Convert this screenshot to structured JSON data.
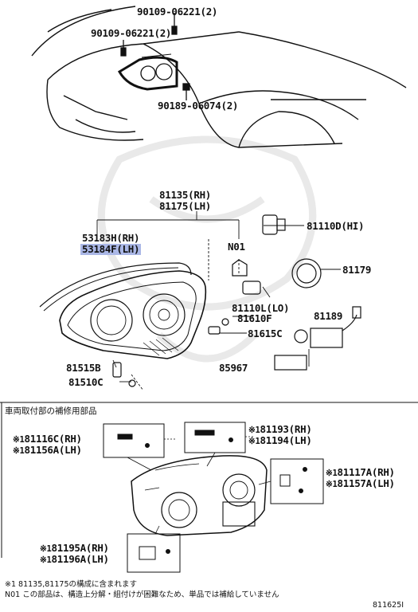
{
  "diagram": {
    "part_labels": {
      "screw_1": "90109-06221(2)",
      "screw_2": "90109-06221(2)",
      "nut_1": "90189-06074(2)",
      "unit_rh": "81135(RH)",
      "unit_lh": "81175(LH)",
      "gasket_rh": "53183H(RH)",
      "gasket_lh": "53184F(LH)",
      "n01": "N01",
      "bulb_hi": "81110D(HI)",
      "cover": "81179",
      "bulb_lo": "81110L(LO)",
      "socket_side": "81610F",
      "socket_c": "81615C",
      "ballast_ctrl": "81189",
      "ballast": "85967",
      "bulb_b": "81515B",
      "socket_sm": "81510C",
      "bracket_c_rh": "81116C(RH)",
      "bracket_a_lh": "81156A(LH)",
      "bracket_193_rh": "81193(RH)",
      "bracket_194_lh": "81194(LH)",
      "bracket_117_rh": "81117A(RH)",
      "bracket_157_lh": "81157A(LH)",
      "bracket_195_rh": "81195A(RH)",
      "bracket_196_lh": "81196A(LH)"
    },
    "mark": "※1",
    "section_title": "車両取付部の補修用部品",
    "notes": [
      "※1 81135,81175の構成に含まれます",
      "N01 この部品は、構造上分解・組付けが困難なため、単品では補給していません"
    ],
    "figure_id": "811625I",
    "highlighted_label": "53184F(LH)"
  },
  "colors": {
    "line": "#111111",
    "highlight": "#aab7e6",
    "watermark": "#e9e9e9"
  }
}
